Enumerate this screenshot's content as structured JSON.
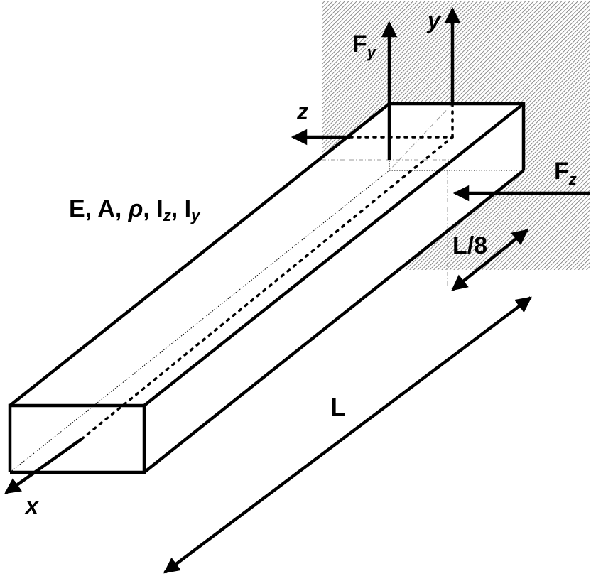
{
  "labels": {
    "properties": {
      "E": "E",
      "A": "A",
      "rho": "ρ",
      "I": "I",
      "z_sub": "z",
      "y_sub": "y",
      "sep": ", "
    },
    "force_y": {
      "main": "F",
      "sub": "y"
    },
    "force_z": {
      "main": "F",
      "sub": "z"
    },
    "axis_x": "x",
    "axis_y": "y",
    "axis_z": "z",
    "length": "L",
    "offset": "L/8"
  },
  "colors": {
    "stroke": "#000000",
    "hatch": "#7a7a7a",
    "background": "#ffffff"
  }
}
